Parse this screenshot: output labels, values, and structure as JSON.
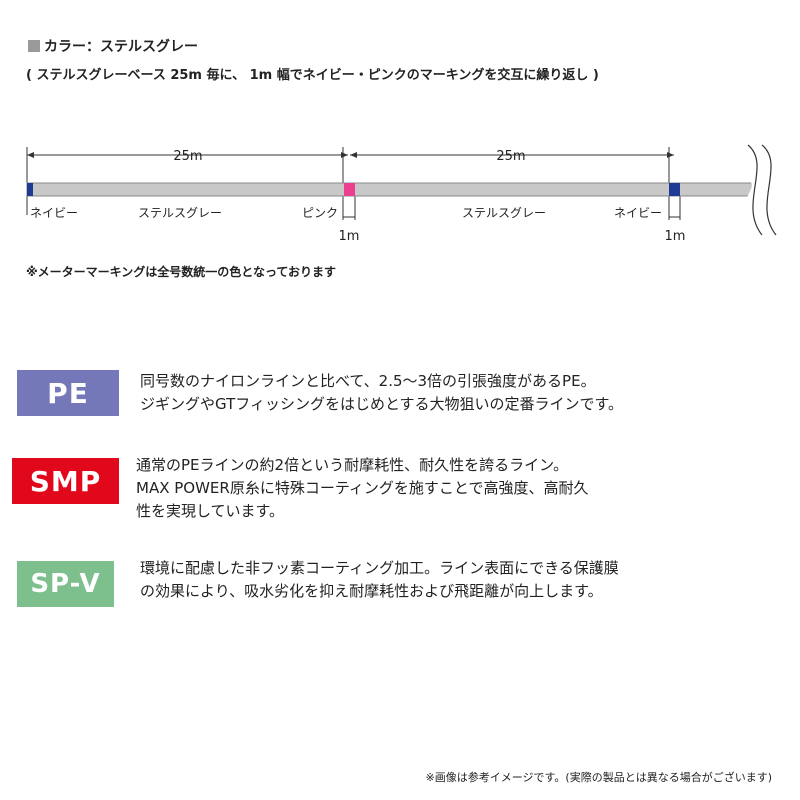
{
  "header": {
    "color_label": "カラー：ステルスグレー",
    "description": "( ステルスグレーベース 25m 毎に、 1m 幅でネイビー・ピンクのマーキングを交互に繰り返し )"
  },
  "diagram": {
    "span1_label": "25m",
    "span2_label": "25m",
    "label_navy_left": "ネイビー",
    "label_stealth_left": "ステルスグレー",
    "label_pink": "ピンク",
    "label_stealth_right": "ステルスグレー",
    "label_navy_right": "ネイビー",
    "pink_width_label": "1m",
    "navy_width_label": "1m",
    "colors": {
      "line_gray": "#c8c8c8",
      "navy": "#1f3a93",
      "pink": "#ea3f8e"
    }
  },
  "meter_note": "※メーターマーキングは全号数統一の色となっております",
  "features": [
    {
      "badge": "PE",
      "badge_color": "#7478b8",
      "lines": [
        "同号数のナイロンラインと比べて、2.5〜3倍の引張強度があるPE。",
        "ジギングやGTフィッシングをはじめとする大物狙いの定番ラインです。"
      ]
    },
    {
      "badge": "SMP",
      "badge_color": "#e1081c",
      "lines": [
        "通常のPEラインの約2倍という耐摩耗性、耐久性を誇るライン。",
        "MAX POWER原糸に特殊コーティングを施すことで高強度、高耐久",
        "性を実現しています。"
      ]
    },
    {
      "badge": "SP-V",
      "badge_color": "#7ebf8e",
      "lines": [
        "環境に配慮した非フッ素コーティング加工。ライン表面にできる保護膜",
        "の効果により、吸水劣化を抑え耐摩耗性および飛距離が向上します。"
      ]
    }
  ],
  "footer_note": "※画像は参考イメージです。(実際の製品とは異なる場合がございます)"
}
